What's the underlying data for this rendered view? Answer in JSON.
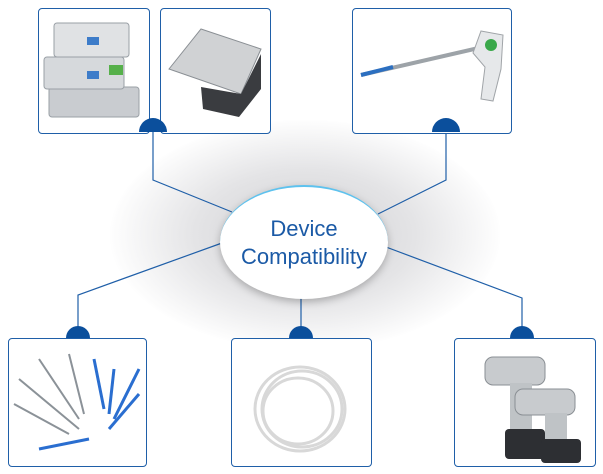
{
  "center": {
    "line1": "Device",
    "line2": "Compatibility"
  },
  "devices": [
    {
      "name": "sterilization-containers"
    },
    {
      "name": "instrument-tray"
    },
    {
      "name": "surgical-stapler"
    },
    {
      "name": "surgical-instruments"
    },
    {
      "name": "cable-coil"
    },
    {
      "name": "power-drills"
    }
  ],
  "colors": {
    "accent": "#1f5fa8",
    "dot": "#0b4f9c",
    "text": "#1b5aa6",
    "ring": "#5ec2ee"
  }
}
